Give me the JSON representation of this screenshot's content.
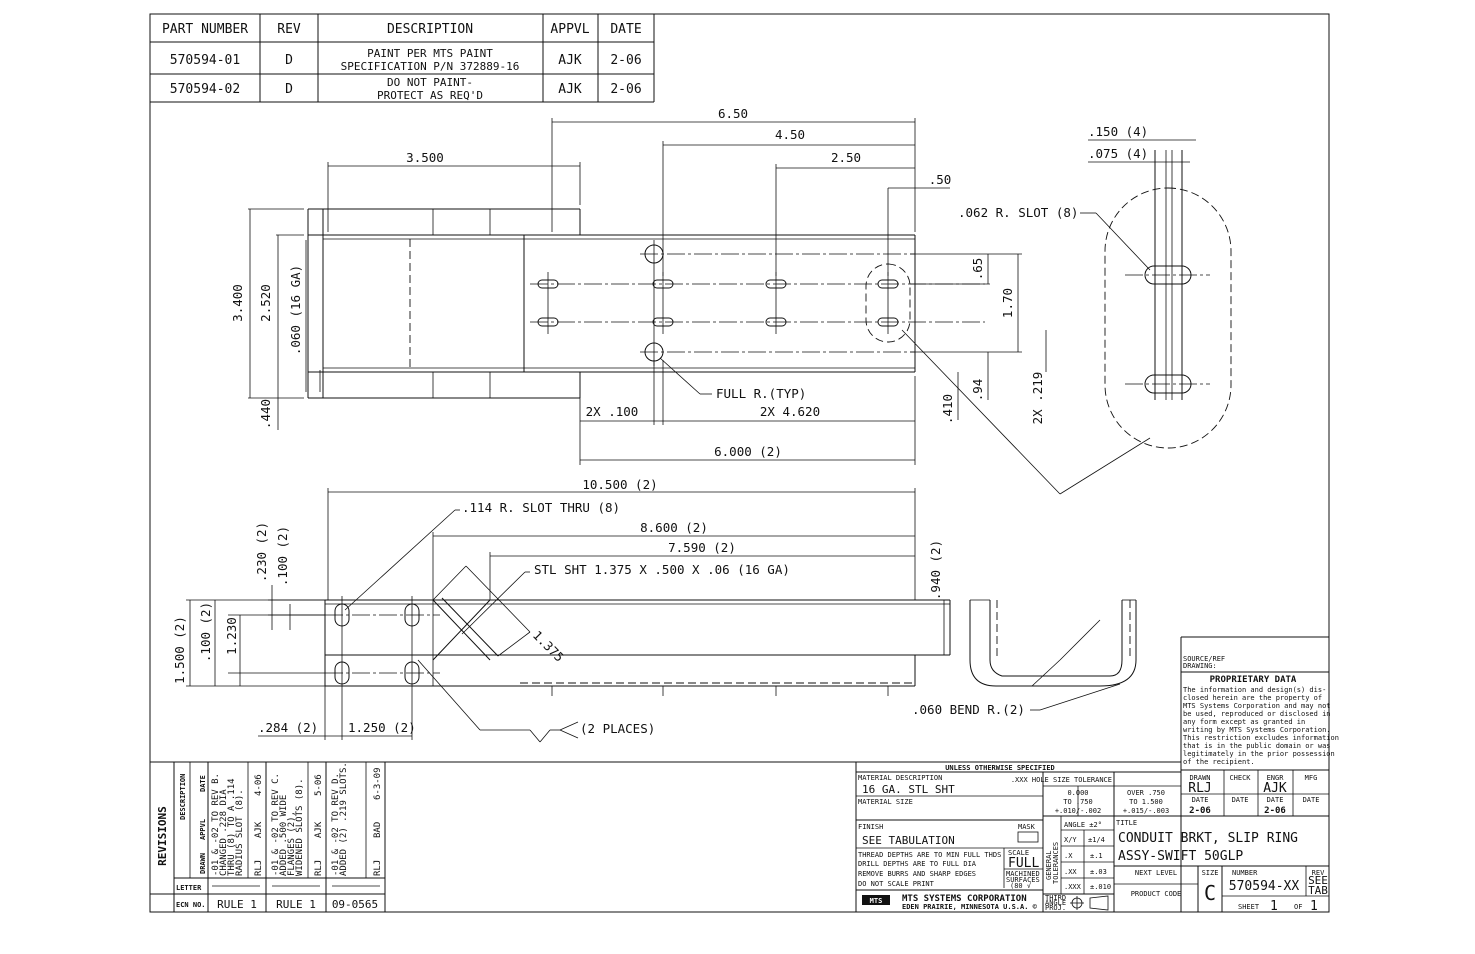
{
  "parts_table": {
    "headers": [
      "PART NUMBER",
      "REV",
      "DESCRIPTION",
      "APPVL",
      "DATE"
    ],
    "rows": [
      {
        "part": "570594-01",
        "rev": "D",
        "desc1": "PAINT PER MTS PAINT",
        "desc2": "SPECIFICATION P/N 372889-16",
        "appvl": "AJK",
        "date": "2-06"
      },
      {
        "part": "570594-02",
        "rev": "D",
        "desc1": "DO NOT PAINT-",
        "desc2": "PROTECT AS REQ'D",
        "appvl": "AJK",
        "date": "2-06"
      }
    ]
  },
  "dims_top": {
    "d650": "6.50",
    "d450": "4.50",
    "d250": "2.50",
    "d3500": "3.500",
    "d050": ".50",
    "d150": ".150 (4)",
    "d075": ".075 (4)",
    "slot062": ".062 R. SLOT (8)",
    "d3400": "3.400",
    "d2520": "2.520",
    "d060": ".060 (16 GA)",
    "d065": ".65",
    "d170": "1.70",
    "full_r": "FULL R.(TYP)",
    "d100x2": "2X .100",
    "d4620": "2X 4.620",
    "d6000": "6.000 (2)",
    "d440": ".440",
    "d410": ".410",
    "d094": ".94",
    "d219": "2X .219"
  },
  "dims_bottom": {
    "d10500": "10.500 (2)",
    "slot114": ".114 R. SLOT THRU (8)",
    "d8600": "8.600 (2)",
    "d7590": "7.590 (2)",
    "stl": "STL SHT 1.375 X .500 X .06 (16 GA)",
    "d230": ".230 (2)",
    "d100b": ".100 (2)",
    "d940": ".940 (2)",
    "d1375": "1.375",
    "d1500": "1.500 (2)",
    "d100c": ".100 (2)",
    "d1230": "1.230",
    "d284": ".284 (2)",
    "d1250": "1.250 (2)",
    "places": "(2 PLACES)",
    "bend": ".060 BEND R.(2)"
  },
  "revisions": {
    "title": "REVISIONS",
    "description_hdr": "DESCRIPTION",
    "drawn_hdr": "DRAWN",
    "appvl_hdr": "APPVL",
    "date_hdr": "DATE",
    "letter_label": "LETTER",
    "ecn_label": "ECN NO.",
    "entries": [
      {
        "l1": "-01 & -02 TO REV B.",
        "l2": "CHANGED .228 DIA",
        "l3": "THRU (8) TO A .114",
        "l4": "RADIUS SLOT (8).",
        "drawn": "RLJ",
        "appvl": "AJK",
        "date": "4-06",
        "ecn": "RULE 1"
      },
      {
        "l1": "-01 & -02 TO REV C.",
        "l2": "ADDED .500 WIDE",
        "l3": "FLANGES (2),",
        "l4": "WIDENED SLOTS (8).",
        "drawn": "RLJ",
        "appvl": "AJK",
        "date": "5-06",
        "ecn": "RULE 1"
      },
      {
        "l1": "-01 & -02 TO REV D.",
        "l2": "ADDED (2) .219 SLOTS.",
        "l3": "",
        "l4": "",
        "drawn": "RLJ",
        "appvl": "BAD",
        "date": "6-3-09",
        "ecn": "09-0565"
      }
    ]
  },
  "title_block": {
    "unless": "UNLESS OTHERWISE SPECIFIED",
    "mat_desc_lbl": "MATERIAL DESCRIPTION",
    "mat_desc": "16 GA. STL SHT",
    "mat_size_lbl": "MATERIAL SIZE",
    "finish_lbl": "FINISH",
    "mask_lbl": "MASK",
    "finish": "SEE TABULATION",
    "note1": "THREAD DEPTHS ARE TO MIN FULL THDS",
    "note2": "DRILL DEPTHS ARE TO FULL DIA",
    "note3": "REMOVE BURRS AND SHARP EDGES",
    "note4": "DO NOT SCALE PRINT",
    "scale_lbl": "SCALE",
    "scale": "FULL",
    "machined": "MACHINED",
    "surfaces": "SURFACES",
    "mtsval": "(80 √",
    "company": "MTS SYSTEMS CORPORATION",
    "city": "EDEN PRAIRIE, MINNESOTA U.S.A. ©",
    "logo": "MTS",
    "hole_tol": ".XXX HOLE SIZE TOLERANCE",
    "tol_a1": "0.000",
    "tol_a2": "TO .750",
    "tol_a3": "+.010/-.002",
    "tol_b1": "OVER .750",
    "tol_b2": "TO 1.500",
    "tol_b3": "+.015/-.003",
    "general": "GENERAL",
    "tolerances": "TOLERANCES",
    "angle": "ANGLE ±2°",
    "frac1": "X/Y",
    "frac2": "±1/4",
    "x1": ".X",
    "x2": "±.1",
    "xx1": ".XX",
    "xx2": "±.03",
    "xxx1": ".XXX",
    "xxx2": "±.010",
    "third1": "THIRD",
    "third2": "ANGLE",
    "third3": "PROJ.",
    "drawn_lbl": "DRAWN",
    "check_lbl": "CHECK",
    "engr_lbl": "ENGR",
    "mfg_lbl": "MFG",
    "drawn": "RLJ",
    "engr": "AJK",
    "date_lbl": "DATE",
    "date1": "2-06",
    "date3": "2-06",
    "title_lbl": "TITLE",
    "title1": "CONDUIT BRKT, SLIP RING",
    "title2": "ASSY-SWIFT 50GLP",
    "next_level": "NEXT LEVEL",
    "product_code": "PRODUCT CODE",
    "size_lbl": "SIZE",
    "size": "C",
    "number_lbl": "NUMBER",
    "number": "570594-XX",
    "rev_lbl": "REV",
    "rev1": "SEE",
    "rev2": "TAB",
    "sheet_lbl": "SHEET",
    "sheet": "1",
    "of_lbl": "OF",
    "of": "1"
  },
  "proprietary": {
    "source": "SOURCE/REF",
    "drawing": "DRAWING:",
    "title": "PROPRIETARY DATA",
    "lines": [
      "The information and design(s) dis-",
      "closed herein are the property of",
      "MTS Systems Corporation and may not",
      "be used, reproduced or disclosed in",
      "any form except as granted in",
      "writing by MTS Systems Corporation.",
      "This restriction excludes information",
      "that is in the public domain or was",
      "legitimately in the prior possession",
      "of the recipient."
    ]
  }
}
